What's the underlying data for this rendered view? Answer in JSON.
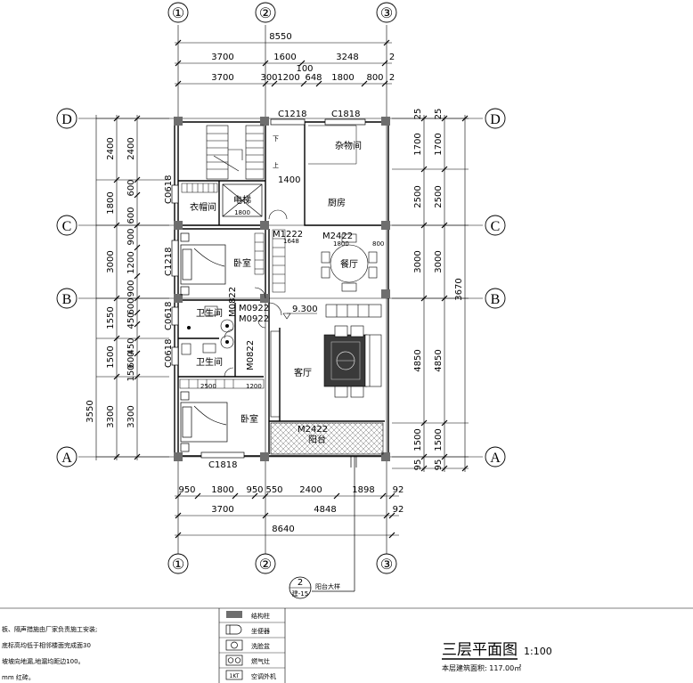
{
  "axes": {
    "vertical": [
      "①",
      "②",
      "③"
    ],
    "horizontal": [
      "A",
      "B",
      "C",
      "D"
    ]
  },
  "top_dims": {
    "overall": "8550",
    "row2": [
      "3700",
      "1600",
      "3248",
      "2"
    ],
    "row3_extra": "100",
    "row3": [
      "3700",
      "300",
      "1200",
      "648",
      "1800",
      "800",
      "2"
    ]
  },
  "bottom_dims": {
    "row1": [
      "950",
      "1800",
      "950",
      "550",
      "2400",
      "1898",
      "92"
    ],
    "row2": [
      "3700",
      "4848",
      "92"
    ],
    "overall": "8640"
  },
  "left_dims": {
    "outer": [
      "2400",
      "1800",
      "3000",
      "1550",
      "1500",
      "3300"
    ],
    "inner": [
      "2400",
      "600",
      "600",
      "900",
      "1200",
      "900",
      "600",
      "450",
      "450",
      "600",
      "150",
      "3300"
    ],
    "total": "3550"
  },
  "right_dims": {
    "outer": [
      "1700",
      "2500",
      "3000",
      "4850",
      "1500",
      "95"
    ],
    "inner": [
      "1700",
      "2500",
      "3000",
      "4850",
      "1500",
      "95"
    ],
    "top": [
      "25",
      "25"
    ],
    "total": "3670"
  },
  "windows": [
    "C1218",
    "C1818",
    "C0618",
    "C1218",
    "C0618",
    "C0618",
    "C1818"
  ],
  "doors": [
    "M1222",
    "M2422",
    "M0922",
    "M0922",
    "M0822",
    "M0822",
    "M2422"
  ],
  "rooms": {
    "storage": "杂物间",
    "kitchen": "厨房",
    "closet": "衣帽间",
    "elevator": "电梯",
    "dining": "餐厅",
    "bedroom1": "卧室",
    "bath1": "卫生间",
    "bath2": "卫生间",
    "living": "客厅",
    "bedroom2": "卧室",
    "balcony": "阳台",
    "stair_down": "下",
    "stair_up": "上"
  },
  "misc": {
    "dim1400": "1400",
    "elev_level": "9.300",
    "small_1800": "1800",
    "small_1648": "1648",
    "small_1200": "1200",
    "small_800": "800",
    "small_2500": "2500",
    "detail_num": "2",
    "detail_sheet": "建-15",
    "detail_label": "阳台大样"
  },
  "legend": [
    {
      "icon": "structural-column-icon",
      "label": "结构柱"
    },
    {
      "icon": "toilet-icon",
      "label": "坐便器"
    },
    {
      "icon": "washbasin-icon",
      "label": "洗脸盆"
    },
    {
      "icon": "gas-stove-icon",
      "label": "燃气灶"
    },
    {
      "icon": "ac-unit-icon",
      "label": "空调外机"
    }
  ],
  "legend_ac_tag": "1KT",
  "notes": [
    "板、隔声措施由厂家负责施工安装;",
    "底标高均低于相邻楼面完成面30",
    "坡坡向地漏,地漏均距边100。",
    "mm 红砖。"
  ],
  "title_block": {
    "title": "三层平面图",
    "scale": "1:100",
    "area": "本层建筑面积: 117.00㎡"
  }
}
